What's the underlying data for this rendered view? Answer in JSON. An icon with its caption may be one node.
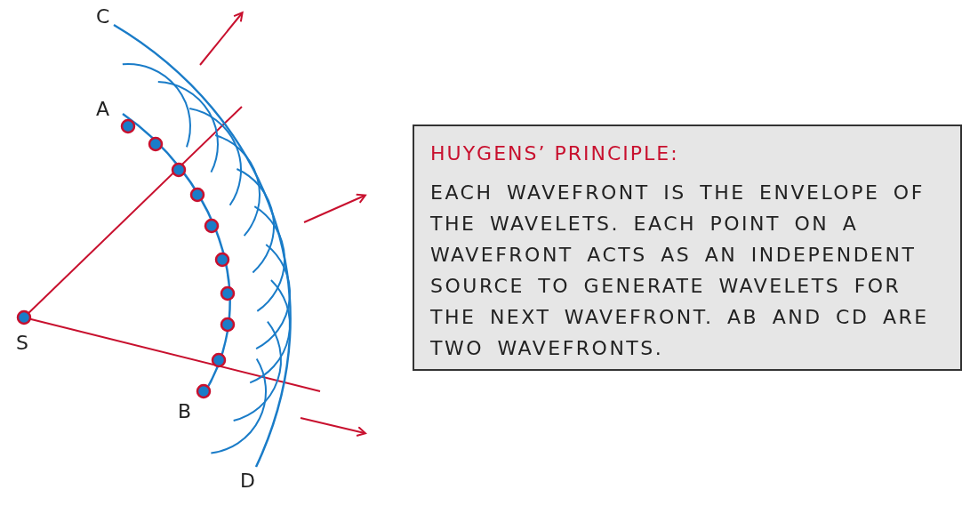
{
  "diagram": {
    "nodes": [
      {
        "text": [
          "HUYGENS’ PRINCIPLE:",
          "EACH WAVEFRONT IS THE ENVELOPE OF THE WAVELETS. EACH POINT ON A WAVEFRONT ACTS AS AN INDEPENDENT SOURCE TO GENERATE WAVELETS FOR THE NEXT WAVEFRONT. AB AND CD ARE TWO WAVEFRONTS."
        ]
      }
    ],
    "labels": [
      "C",
      "A",
      "S",
      "B",
      "D"
    ]
  }
}
